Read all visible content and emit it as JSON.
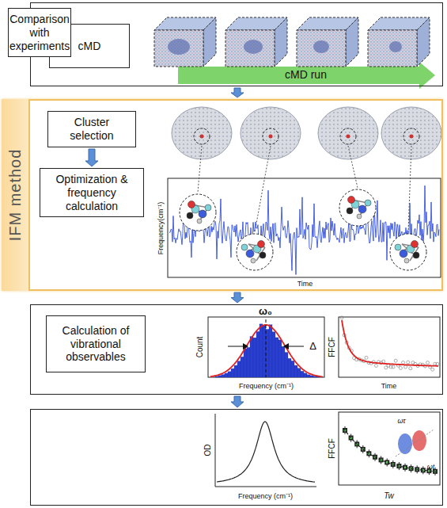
{
  "diagram": {
    "nodes": [
      {
        "text": [
          "cMD run"
        ]
      },
      {
        "text": [
          "cMD"
        ],
        "in": 0
      },
      {
        "text": [
          "Frequency(cm⁻¹)",
          "Time"
        ]
      },
      {
        "text": [
          "IFM method"
        ],
        "in": 2
      },
      {
        "text": [
          "Cluster selection"
        ],
        "in": 2
      },
      {
        "text": [
          "Optimization & frequency calculation"
        ],
        "in": 2
      },
      {
        "text": [
          "ω₀",
          "Δ",
          "Count",
          "Frequency (cm⁻¹)",
          "FFCF",
          "Time"
        ]
      },
      {
        "text": [
          "Calculation of vibrational observables"
        ],
        "in": 6
      },
      {
        "text": [
          "OD",
          "Frequency (cm⁻¹)",
          "FFCF",
          "Tw",
          "ωτ",
          "ωt"
        ]
      },
      {
        "text": [
          "Comparison with experiments"
        ],
        "in": 8
      }
    ],
    "edges": [
      {
        "from": 0,
        "to": 2,
        "arrow": "to"
      },
      {
        "from": 4,
        "to": 5,
        "arrow": "to"
      },
      {
        "from": 2,
        "to": 6,
        "arrow": "to"
      },
      {
        "from": 6,
        "to": 8,
        "arrow": "to"
      }
    ]
  }
}
